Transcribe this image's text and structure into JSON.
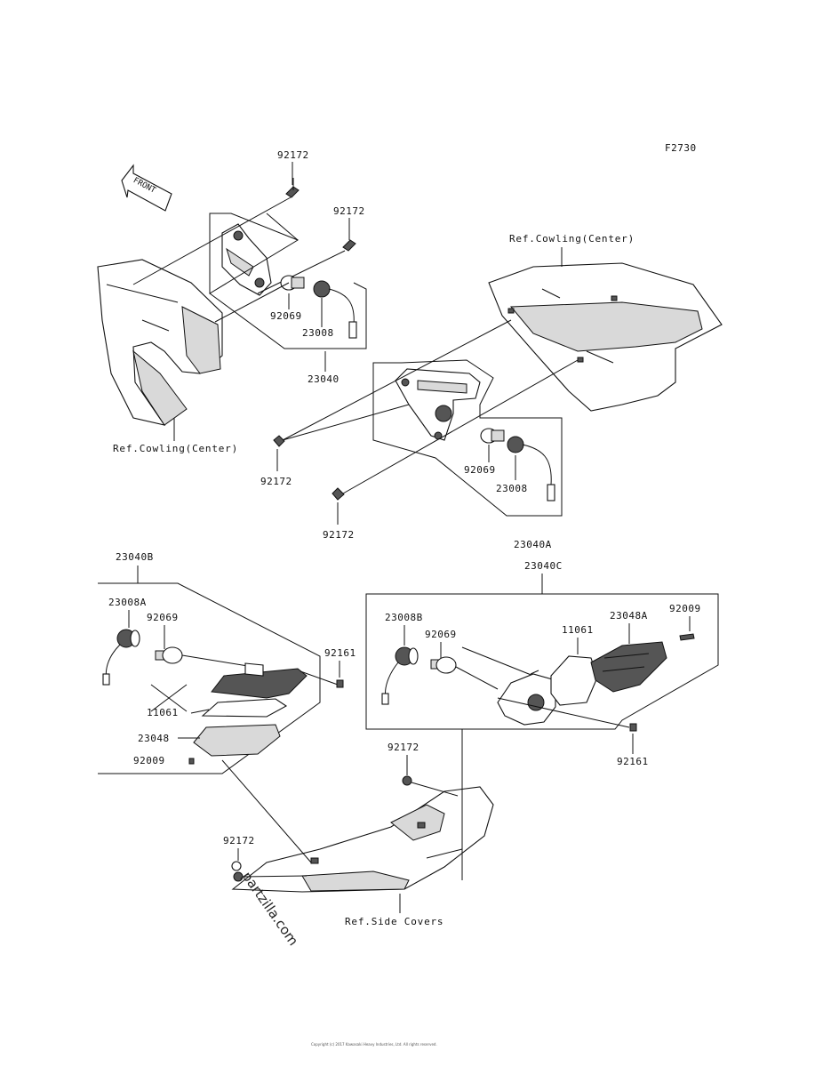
{
  "diagram": {
    "code": "F2730",
    "front_label": "FRONT",
    "watermark": "partzilla.com",
    "copyright": "Copyright (c) 2017 Kawasaki Heavy Industries, Ltd. All rights reserved.",
    "refs": {
      "cowling_left": "Ref.Cowling(Center)",
      "cowling_right": "Ref.Cowling(Center)",
      "side_covers": "Ref.Side Covers"
    },
    "parts": {
      "p92172_a": "92172",
      "p92172_b": "92172",
      "p92069_a": "92069",
      "p23008_a": "23008",
      "p23040": "23040",
      "p92172_c": "92172",
      "p92069_b": "92069",
      "p23008_b": "23008",
      "p92172_d": "92172",
      "p23040A": "23040A",
      "p23040B": "23040B",
      "p23040C": "23040C",
      "p23008A": "23008A",
      "p92069_c": "92069",
      "p92161_a": "92161",
      "p11061_a": "11061",
      "p23048": "23048",
      "p92009_a": "92009",
      "p23008B": "23008B",
      "p92069_d": "92069",
      "p11061_b": "11061",
      "p23048A": "23048A",
      "p92009_b": "92009",
      "p92161_b": "92161",
      "p92172_e": "92172",
      "p92172_f": "92172"
    }
  }
}
